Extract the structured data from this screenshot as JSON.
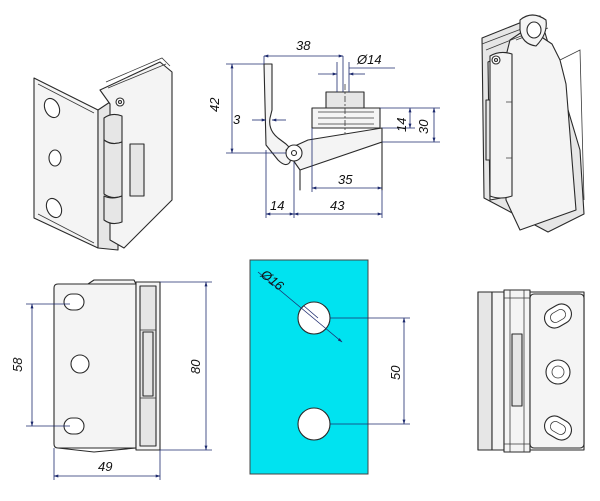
{
  "dimensions": {
    "top_width": "38",
    "top_hole_dia": "Ø14",
    "left_height": "42",
    "left_offset": "3",
    "right_small": "14",
    "right_large": "30",
    "base_inner": "35",
    "bottom_left": "14",
    "bottom_right": "43",
    "front_hole_spacing": "58",
    "front_height": "80",
    "front_width": "49",
    "glass_hole_dia": "Ø16",
    "glass_hole_spacing": "50"
  },
  "colors": {
    "glass": "#00e3f0",
    "dimension_line": "#1d2a6e",
    "outline": "#2a2a2a"
  }
}
